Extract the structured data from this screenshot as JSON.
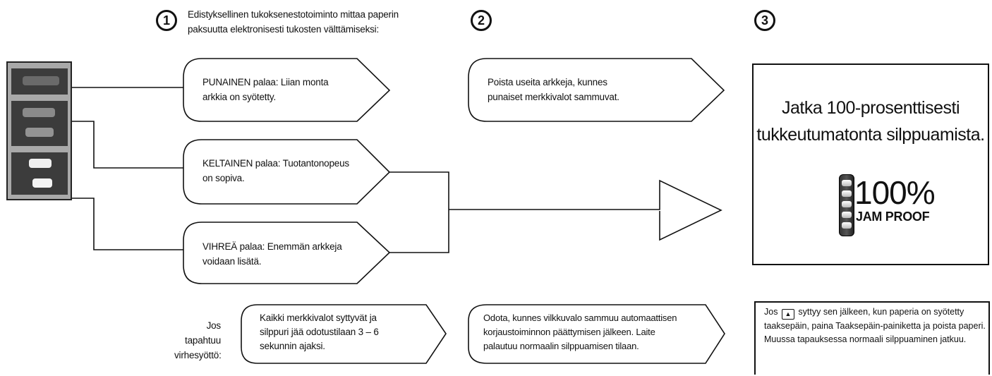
{
  "steps": {
    "one": "1",
    "two": "2",
    "three": "3"
  },
  "intro": {
    "line1": "Edistyksellinen tukoksenestotoiminto mittaa paperin",
    "line2": "paksuutta elektronisesti tukosten välttämiseksi:"
  },
  "states": {
    "red": {
      "line1": "PUNAINEN palaa: Liian monta",
      "line2": "arkkia on syötetty."
    },
    "yellow": {
      "line1": "KELTAINEN palaa: Tuotantonopeus",
      "line2": "on sopiva."
    },
    "green": {
      "line1": "VIHREÄ palaa: Enemmän arkkeja",
      "line2": "voidaan lisätä."
    }
  },
  "remove": {
    "line1": "Poista useita arkkeja, kunnes",
    "line2": "punaiset merkkivalot sammuvat."
  },
  "result": {
    "line1": "Jatka 100-prosenttisesti",
    "line2": "tukkeutumatonta silppuamista.",
    "percent": "100%",
    "tag": "JAM PROOF"
  },
  "misfeed": {
    "label1": "Jos tapahtuu",
    "label2": "virhesyöttö:",
    "desc1": "Kaikki merkkivalot syttyvät ja",
    "desc2": "silppuri jää odotustilaan 3 – 6",
    "desc3": "sekunnin ajaksi.",
    "wait1": "Odota, kunnes vilkkuvalo sammuu automaattisen",
    "wait2": "korjaustoiminnon päättymisen jälkeen. Laite",
    "wait3": "palautuu normaalin silppuamisen tilaan."
  },
  "note": {
    "before": "Jos",
    "icon": "reverse-icon",
    "after": "syttyy sen jälkeen, kun paperia on syötetty taaksepäin, paina Taaksepäin-painiketta ja poista paperi. Muussa tapauksessa normaali silppuaminen jatkuu."
  },
  "colors": {
    "outline": "#111111",
    "panel_bg": "#a9a9a9",
    "panel_dark": "#3c3c3c"
  }
}
